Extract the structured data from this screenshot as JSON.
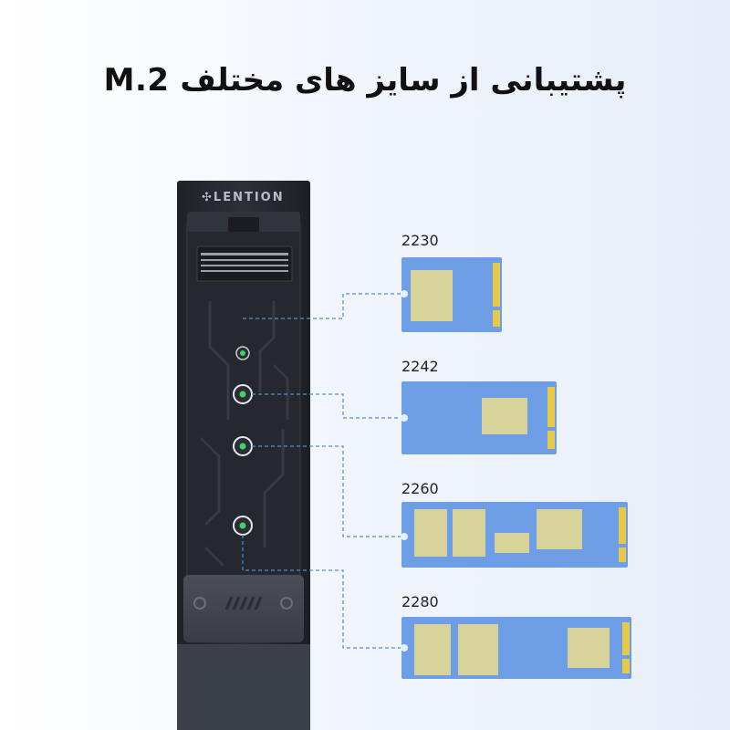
{
  "heading": {
    "text": "پشتیبانی از سایز های مختلف M.2"
  },
  "device": {
    "brand": "LENTION"
  },
  "sizes": [
    {
      "label": "2230"
    },
    {
      "label": "2242"
    },
    {
      "label": "2260"
    },
    {
      "label": "2280"
    }
  ],
  "colors": {
    "board": "#6d9ee6",
    "chip": "#d8d39a",
    "contacts": "#e6c84a",
    "enclosure": "#2a2d33",
    "leader_line": "#4f8fd8",
    "screw_led": "#3fd36a"
  }
}
